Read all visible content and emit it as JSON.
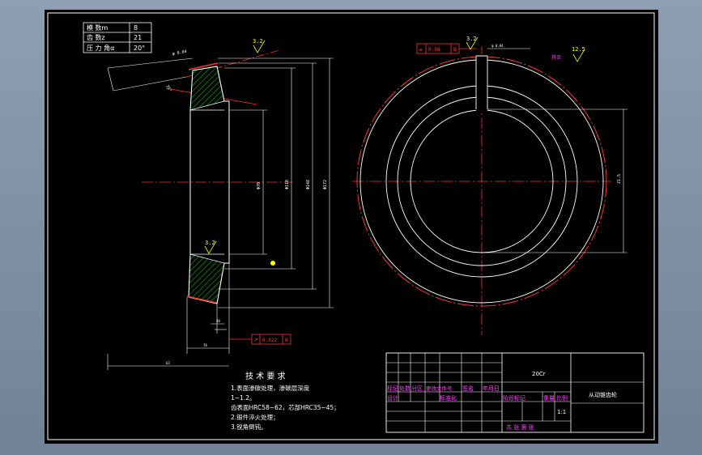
{
  "params": {
    "module": {
      "label": "模 数m",
      "value": "8"
    },
    "teeth": {
      "label": "齿 数z",
      "value": "21"
    },
    "pressure_angle": {
      "label": "压 力 角α",
      "value": "20°"
    }
  },
  "roughness": {
    "r1": "3.2",
    "r2": "3.2",
    "r3": "3.2",
    "r4": "12.5",
    "rest_label": "其余"
  },
  "tolerance": {
    "left": {
      "symbol": "↗",
      "value": "0.022",
      "datum": "B"
    },
    "right": {
      "symbol": "⌯",
      "value": "0.08",
      "datum": "B"
    }
  },
  "dims": {
    "d_bore": "Φ70",
    "d_hub": "Φ118",
    "d_mid": "Φ148",
    "d_outer": "Φ172",
    "keyway": "21.5",
    "width_small": "30",
    "width_hub": "70",
    "length_total": "63",
    "taper": "35°",
    "cone": "φ 0.04"
  },
  "tech_req": {
    "title": "技 术 要 求",
    "lines": [
      "1.表面渗碳处理，渗碳层深度",
      "1~1.2。",
      "齿表面HRC58~62，芯部HRC35~45；",
      "2.锻件淬火处理；",
      "3.锐角倒钝。"
    ]
  },
  "title_block": {
    "material": "20Cr",
    "part_name": "从动锥齿轮",
    "scale": "1:1",
    "row_headers": [
      "标记",
      "处数",
      "分区",
      "更改文件号",
      "签名",
      "年月日"
    ],
    "designer": "设计",
    "standard": "标准化",
    "stage_label": "阶段标记",
    "weight_label": "重量",
    "scale_label": "比例",
    "sheets": "共  张 第  张"
  }
}
